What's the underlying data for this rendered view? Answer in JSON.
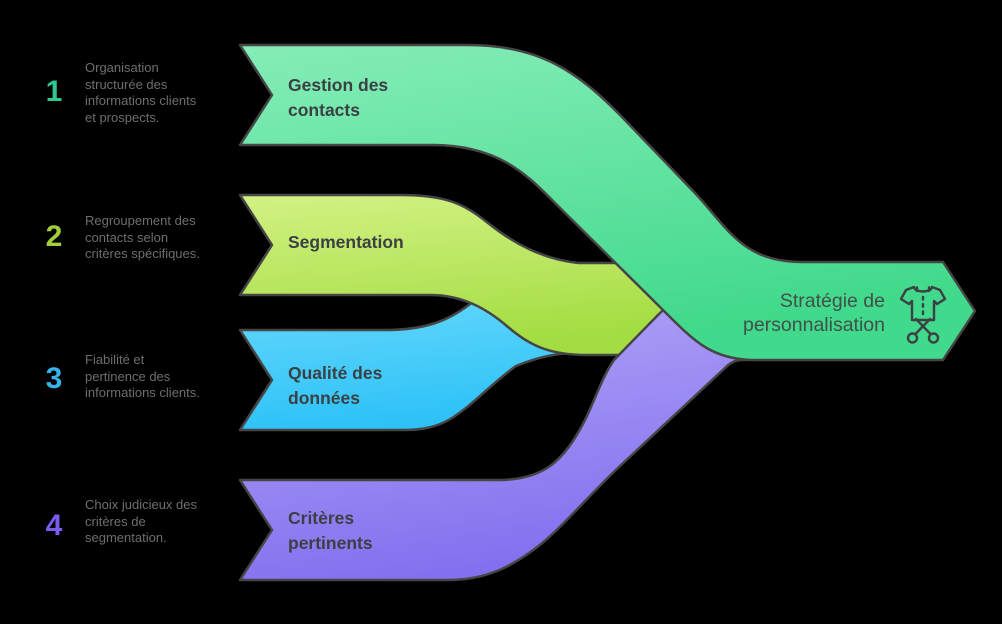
{
  "background_color": "#000000",
  "outline_color": "#454545",
  "steps": [
    {
      "number": "1",
      "number_color": "#2dc98e",
      "description": "Organisation\nstructurée des\ninformations clients\net prospects.",
      "title": "Gestion des\ncontacts",
      "gradient_from": "#85edb8",
      "gradient_to": "#41d98b"
    },
    {
      "number": "2",
      "number_color": "#a2ce3b",
      "description": "Regroupement des\ncontacts selon\ncritères spécifiques.",
      "title": "Segmentation",
      "gradient_from": "#d3f184",
      "gradient_to": "#a3dd41"
    },
    {
      "number": "3",
      "number_color": "#33b5ec",
      "description": "Fiabilité et\npertinence des\ninformations clients.",
      "title": "Qualité des\ndonnées",
      "gradient_from": "#72ddfc",
      "gradient_to": "#2cc1f7"
    },
    {
      "number": "4",
      "number_color": "#7a5cf0",
      "description": "Choix judicieux des\ncritères de\nsegmentation.",
      "title": "Critères\npertinents",
      "gradient_from": "#b9abf8",
      "gradient_to": "#8270ef"
    }
  ],
  "result": {
    "title": "Stratégie de\npersonnalisation",
    "icon": "tshirt-scissors-icon",
    "icon_color": "#3a4043"
  }
}
